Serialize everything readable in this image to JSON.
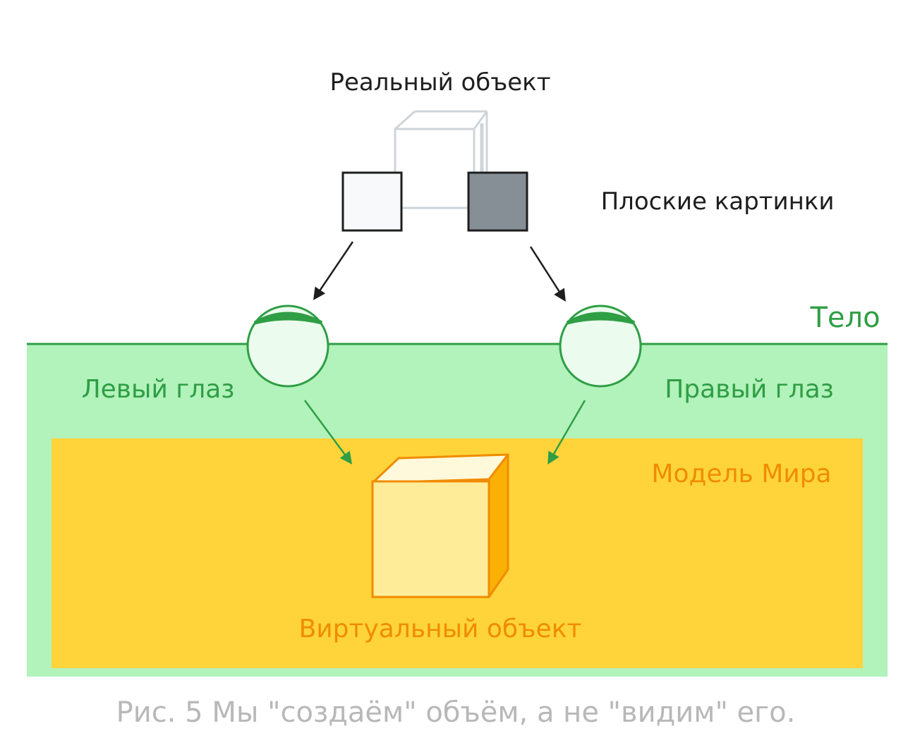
{
  "labels": {
    "real_object": "Реальный объект",
    "flat_pictures": "Плоские картинки",
    "body": "Тело",
    "left_eye": "Левый глаз",
    "right_eye": "Правый глаз",
    "world_model": "Модель Мира",
    "virtual_object": "Виртуальный объект"
  },
  "caption": "Рис. 5 Мы \"создаём\" объём, а не \"видим\" его.",
  "colors": {
    "body_fill": "#b2f2bb",
    "body_stroke": "#2f9e44",
    "world_model_fill": "#ffd43b",
    "world_model_text": "#f08c00",
    "virtual_cube_front": "#ffec99",
    "virtual_cube_top": "#fff9db",
    "virtual_cube_side": "#fab005",
    "left_picture_fill": "#f8f9fa",
    "right_picture_fill": "#868e96",
    "eye_fill": "#ebfbee",
    "real_cube_stroke": "#ced4da",
    "caption_text": "#b8b8b8"
  },
  "icons": {
    "real_object": "wireframe-cube",
    "virtual_object": "solid-cube",
    "eyes": "eyeball-circle"
  }
}
